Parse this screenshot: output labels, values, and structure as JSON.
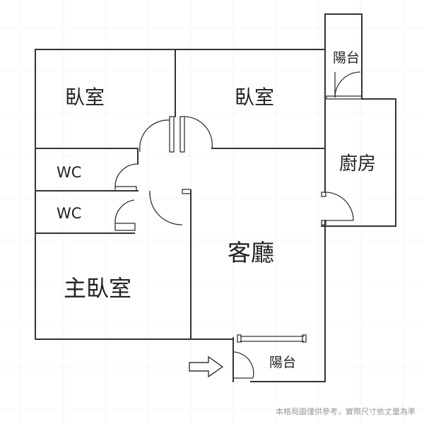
{
  "plan": {
    "rooms": {
      "bedroom_1": "臥室",
      "bedroom_2": "臥室",
      "balcony_top": "陽台",
      "kitchen": "廚房",
      "wc_1": "WC",
      "wc_2": "WC",
      "living_room": "客廳",
      "master_bedroom": "主臥室",
      "balcony_bottom": "陽台"
    },
    "disclaimer": "本格局圖僅供參考，實際尺寸依丈量為準"
  }
}
